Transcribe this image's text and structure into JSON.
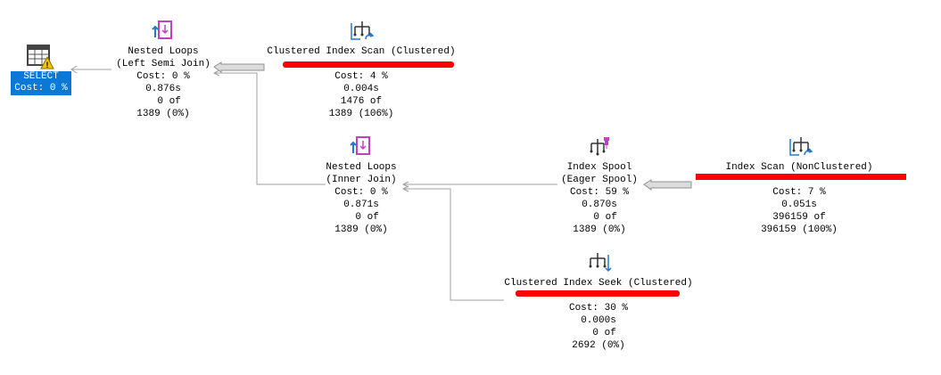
{
  "select": {
    "label": "SELECT",
    "cost": "Cost: 0 %"
  },
  "nodes": {
    "nl1": {
      "title": "Nested Loops",
      "subtitle": "(Left Semi Join)",
      "cost": "Cost: 0 %",
      "time": "0.876s",
      "actual": "  0 of",
      "estimate": "1389 (0%)"
    },
    "cis": {
      "title": "Clustered Index Scan (Clustered)",
      "cost": "Cost: 4 %",
      "time": "0.004s",
      "actual": "1476 of",
      "estimate": "1389 (106%)"
    },
    "nl2": {
      "title": "Nested Loops",
      "subtitle": "(Inner Join)",
      "cost": "Cost: 0 %",
      "time": "0.871s",
      "actual": "  0 of",
      "estimate": "1389 (0%)"
    },
    "spool": {
      "title": "Index Spool",
      "subtitle": "(Eager Spool)",
      "cost": "Cost: 59 %",
      "time": "0.870s",
      "actual": "  0 of",
      "estimate": "1389 (0%)"
    },
    "ixscan": {
      "title": "Index Scan (NonClustered)",
      "cost": "Cost: 7 %",
      "time": "0.051s",
      "actual": "396159 of",
      "estimate": "396159 (100%)"
    },
    "seek": {
      "title": "Clustered Index Seek (Clustered)",
      "cost": "Cost: 30 %",
      "time": "0.000s",
      "actual": "  0 of",
      "estimate": "2692 (0%)"
    }
  },
  "colors": {
    "redaction": "#ff0000",
    "select_bg": "#0a78d7",
    "connector": "#a0a0a0"
  }
}
